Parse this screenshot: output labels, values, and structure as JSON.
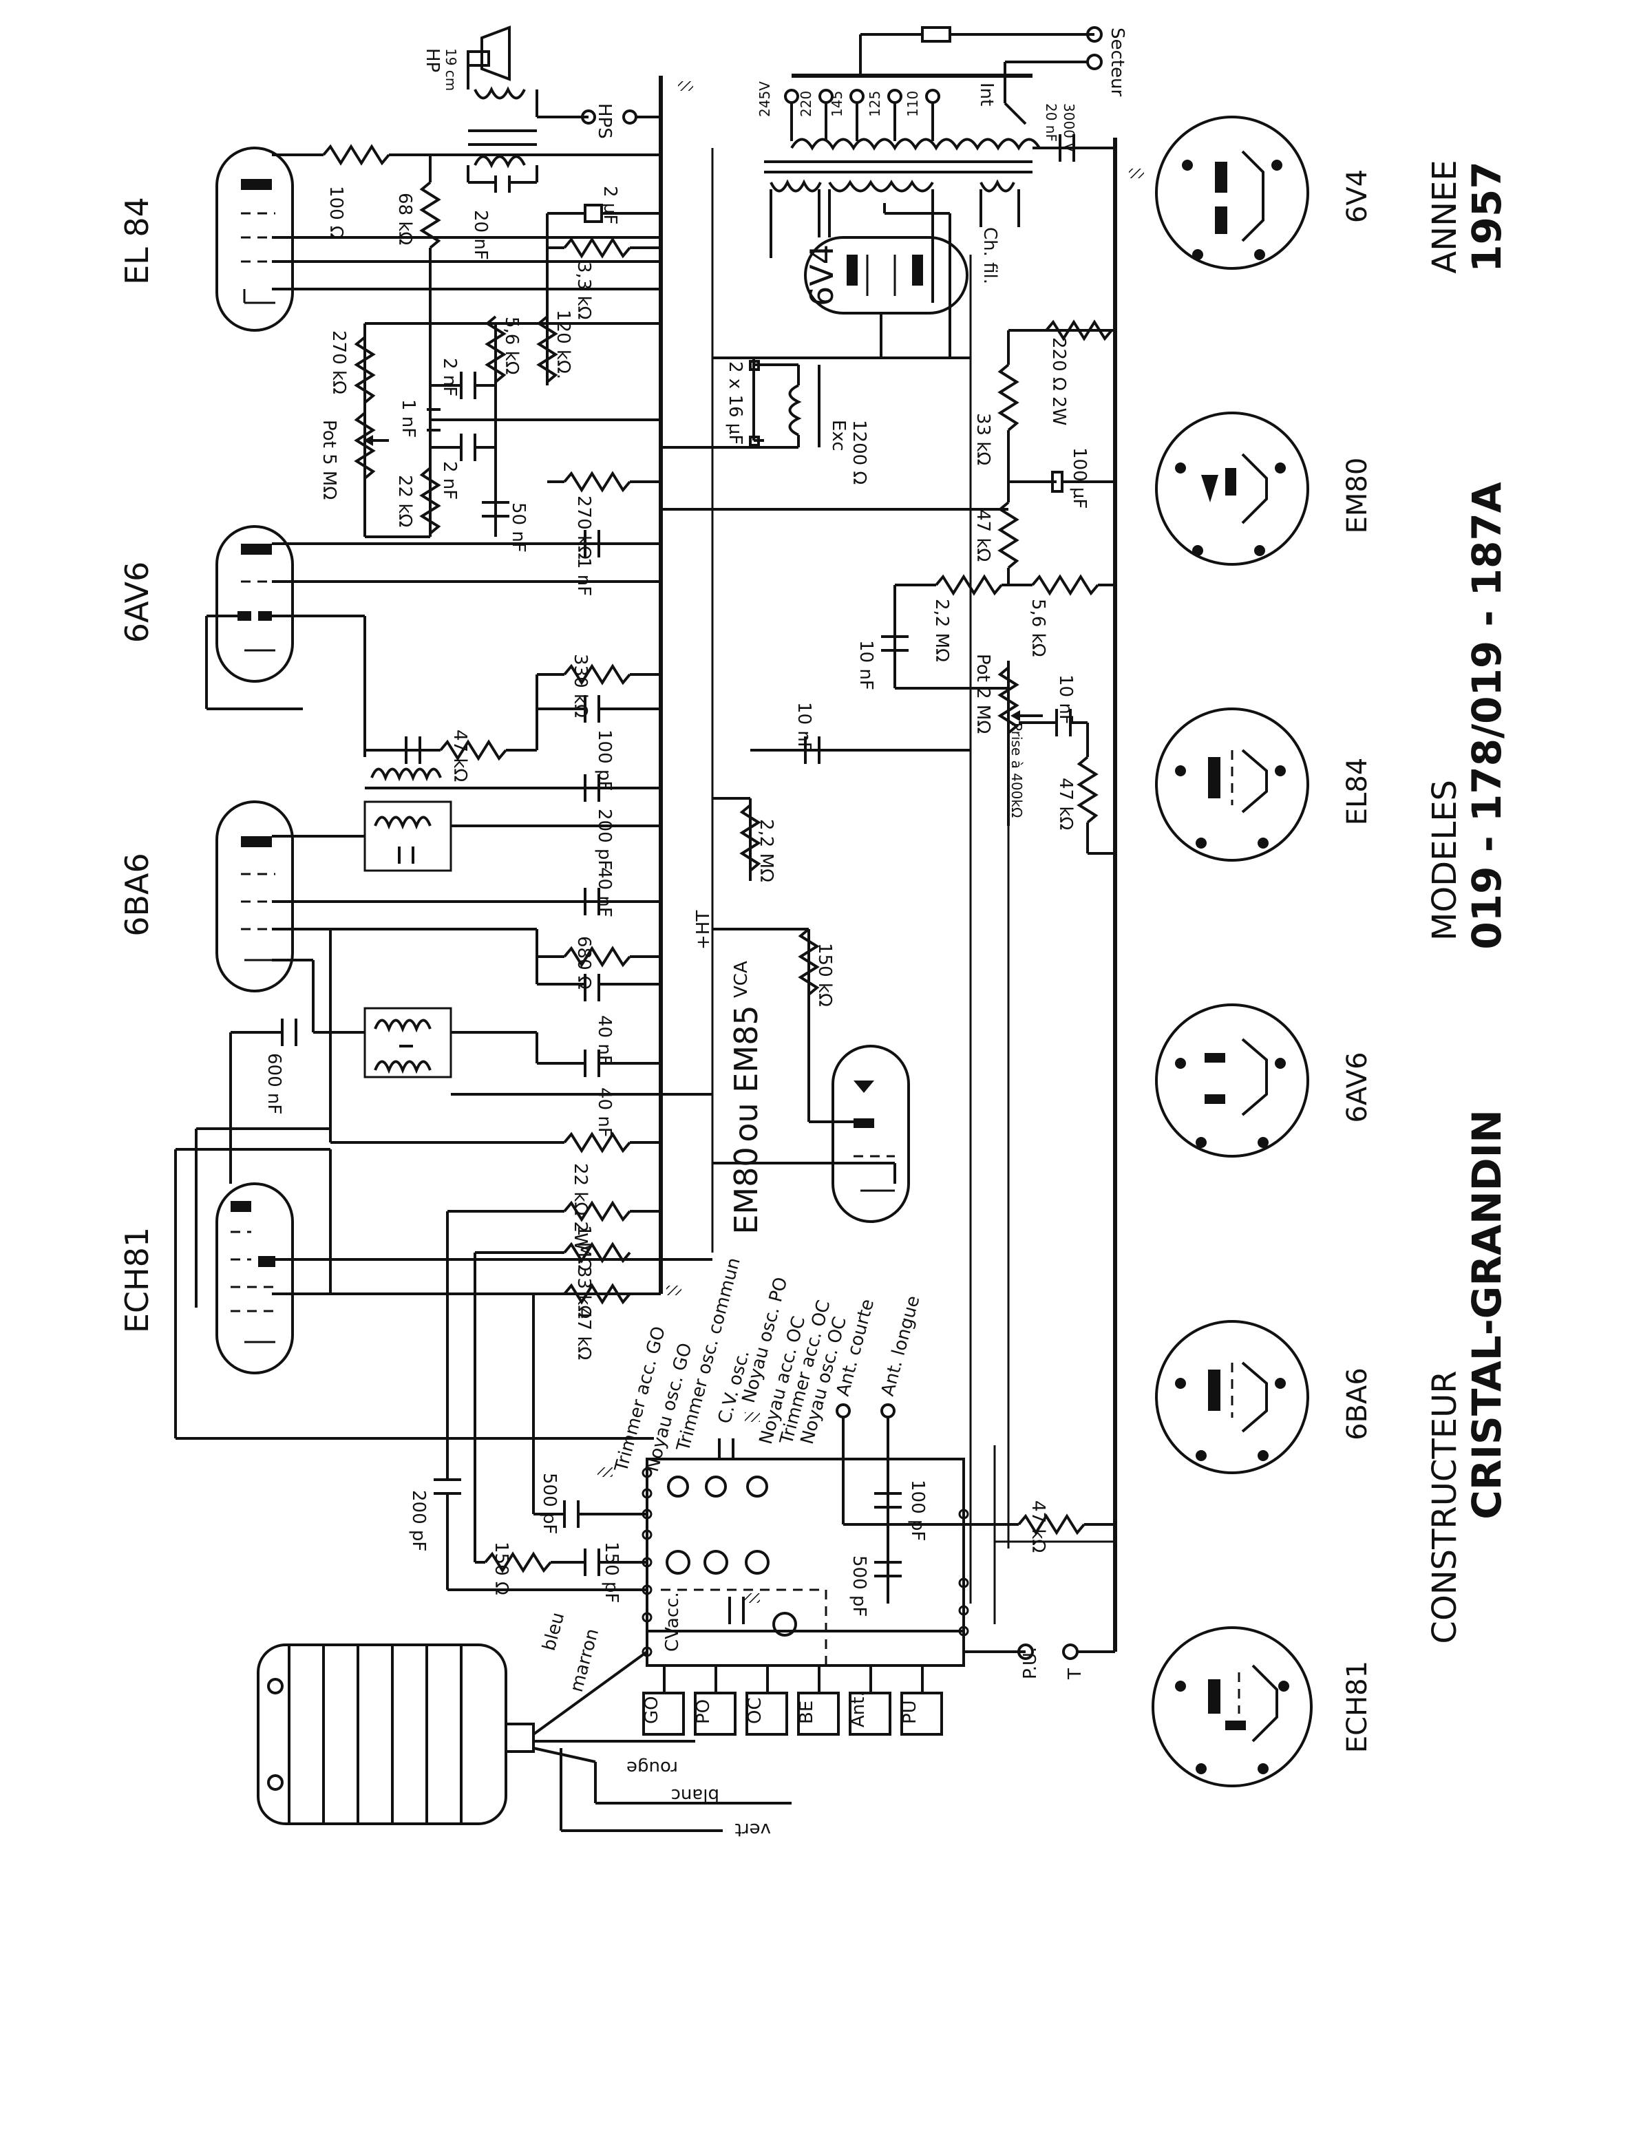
{
  "tubes": {
    "el84": "EL 84",
    "av6": "6AV6",
    "ba6": "6BA6",
    "ech81": "ECH81",
    "v4": "6V4",
    "em80": "EM80",
    "em85_or": "ou EM85"
  },
  "bases": {
    "b1": "6V4",
    "b2": "EM80",
    "b3": "EL84",
    "b4": "6AV6",
    "b5": "6BA6",
    "b6": "ECH81"
  },
  "caption": {
    "annee_label": "ANNEE",
    "annee_value": "1957",
    "modeles_label": "MODELES",
    "modeles_value": "019 - 178/019 - 187A",
    "constructeur_label": "CONSTRUCTEUR",
    "constructeur_value": "CRISTAL-GRANDIN"
  },
  "components": {
    "r_100": "100 Ω",
    "r_68k": "68 kΩ",
    "c_20nf": "20 nF",
    "c_2uf": "2 µF",
    "r_33k_fb": "3,3 kΩ",
    "r_270k_a": "270 kΩ",
    "c_2nf_a": "2 nF",
    "r_5_6k_a": "5,6 kΩ",
    "r_120k": "120 kΩ.",
    "pot_5m": "Pot 5 MΩ",
    "c_1nf_a": "1 nF",
    "r_22k": "22 kΩ",
    "c_2nf_b": "2 nF",
    "c_50nf": "50 nF",
    "r_270k_b": "270 kΩ",
    "c_1nf_b": "1 nF",
    "r_330k": "330 kΩ",
    "r_47k_a": "47 kΩ",
    "c_100pf_a": "100 pF",
    "c_200pf_a": "200 pF",
    "c_40nf_a": "40 nF",
    "r_680": "680 Ω",
    "c_40nf_b": "40 nF",
    "c_600nf": "600 nF",
    "c_40nf_c": "40 nF",
    "r_22k_2w": "22 kΩ 2W",
    "r_1m": "1 MΩ",
    "r_33k_b": "33 kΩ",
    "r_47k_b": "47 kΩ",
    "c_2x16": "2 x 16 µF",
    "exc": "Exc",
    "exc_val": "1200 Ω",
    "r_33k_c": "33 kΩ",
    "r_220_2w": "220 Ω 2W",
    "c_100uf": "100 µF",
    "r_47k_c": "47 kΩ",
    "r_2_2m_a": "2,2 MΩ",
    "r_5_6k_b": "5,6 kΩ",
    "c_10nf_a": "10 nF",
    "pot_2m": "Pot 2 MΩ",
    "prise": "Prise à 400kΩ",
    "c_10nf_b": "10 nF",
    "r_47k_d": "47 kΩ",
    "c_10nf_c": "10 nF",
    "r_2_2m_b": "2,2 MΩ",
    "ht": "+HT",
    "vca": "VCA",
    "r_150k": "150 kΩ",
    "c_200pf_b": "200 pF",
    "c_500pf_a": "500 pF",
    "r_150": "150 Ω",
    "c_150pf": "150 pF",
    "c_100pf_b": "100 pF",
    "c_500pf_b": "500 pF",
    "r_47k_e": "47 kΩ",
    "c_20nf_3000": "20 nF",
    "v_3000": "3000 V",
    "hp": "HP",
    "hp_size": "19 cm",
    "hps": "HPS",
    "int": "Int",
    "secteur": "Secteur",
    "ch_fil": "Ch. fil.",
    "pu": "P.U.",
    "t": "T"
  },
  "transformer_taps": [
    "245V",
    "220",
    "145",
    "125",
    "110"
  ],
  "coil_labels": {
    "trimmer_acc_go": "Trimmer acc. GO",
    "noyau_osc_go": "Noyau osc. GO",
    "trimmer_osc_commun": "Trimmer osc. commun",
    "cv_osc": "C.V. osc.",
    "noyau_osc_po": "Noyau osc. PO",
    "noyau_acc_oc": "Noyau acc. OC",
    "trimmer_acc_oc": "Trimmer acc. OC",
    "noyau_osc_oc": "Noyau osc. OC",
    "ant_courte": "Ant. courte",
    "ant_longue": "Ant. longue",
    "cv_acc": "CVacc."
  },
  "buttons": [
    "GO",
    "PO",
    "OC",
    "BE",
    "Ant.",
    "PU"
  ],
  "wires": {
    "bleu": "bleu",
    "marron": "marron",
    "rouge": "rouge",
    "blanc": "blanc",
    "vert": "vert"
  }
}
